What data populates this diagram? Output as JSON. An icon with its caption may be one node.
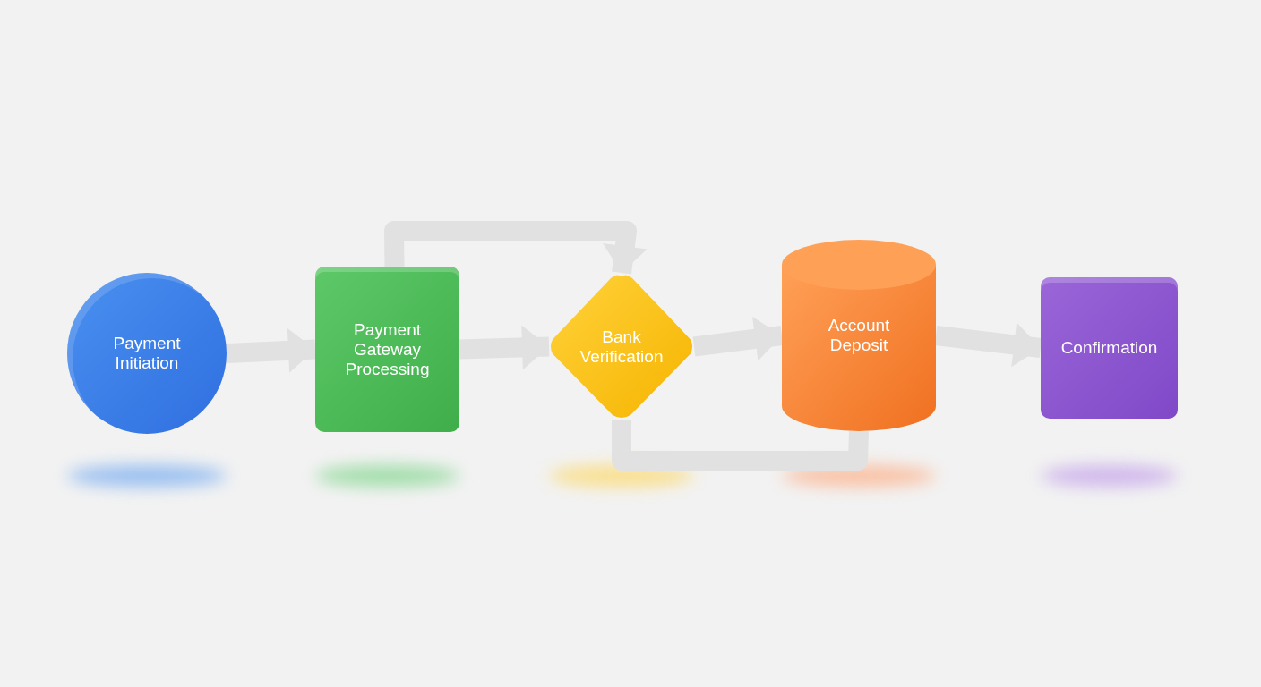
{
  "diagram": {
    "nodes": [
      {
        "text": [
          "Payment Initiation"
        ]
      },
      {
        "text": [
          "Payment Gateway Processing"
        ]
      },
      {
        "text": [
          "Bank Verification"
        ]
      },
      {
        "text": [
          "Account Deposit"
        ]
      },
      {
        "text": [
          "Confirmation"
        ]
      }
    ],
    "edges": [
      {
        "from": 0,
        "to": 1,
        "arrow": "to"
      },
      {
        "from": 1,
        "to": 2,
        "arrow": "to"
      },
      {
        "from": 1,
        "to": 2,
        "arrow": "to"
      },
      {
        "from": 2,
        "to": 3,
        "arrow": "to"
      },
      {
        "from": 2,
        "to": 3,
        "arrow": "none"
      },
      {
        "from": 3,
        "to": 4,
        "arrow": "to"
      }
    ]
  }
}
